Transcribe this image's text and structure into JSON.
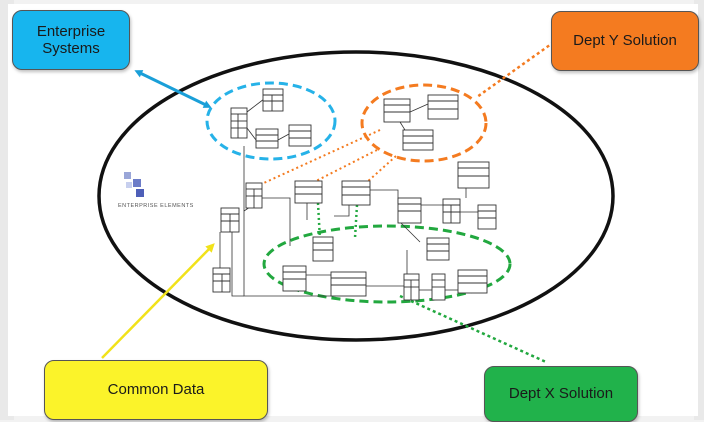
{
  "callouts": {
    "enterprise": "Enterprise\nSystems",
    "dept_y": "Dept Y Solution",
    "common": "Common Data",
    "dept_x": "Dept X Solution"
  },
  "logo": {
    "text": "ENTERPRISE ELEMENTS"
  },
  "colors": {
    "enterprise": "#17b5ee",
    "dept_y": "#f47b20",
    "common": "#fbf32a",
    "dept_x": "#21b24b",
    "boundary": "#111111"
  }
}
